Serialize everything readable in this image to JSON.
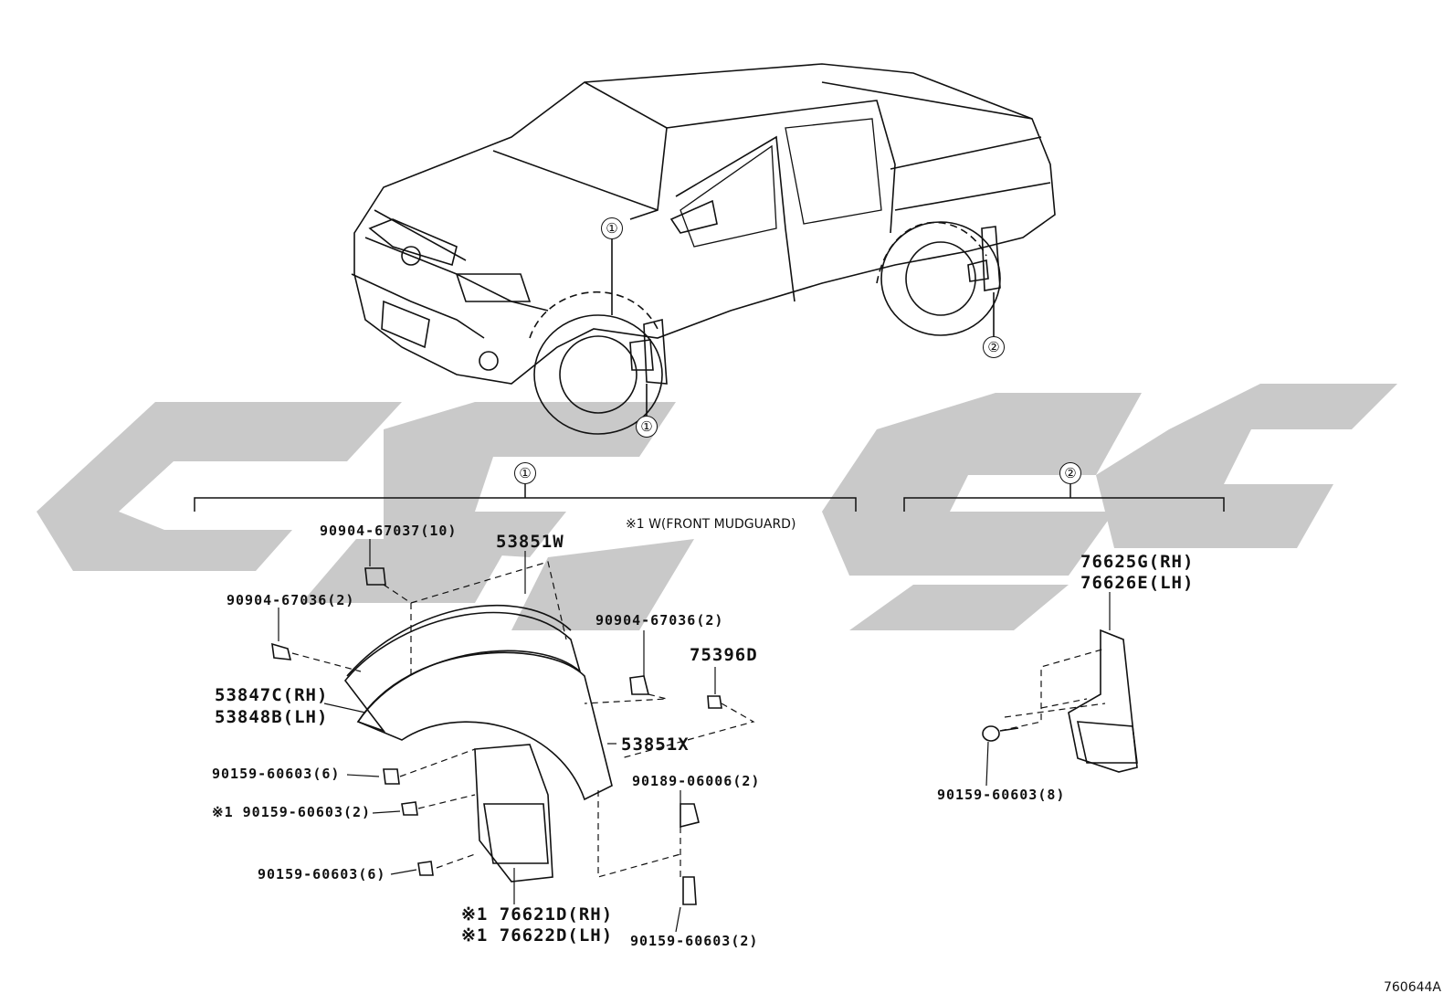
{
  "diagram_id": "760644A",
  "callouts": {
    "front_fender": "①",
    "front_mudguard": "①",
    "rear_mudguard": "②",
    "group1": "①",
    "group2": "②"
  },
  "group1_note": "※1 W(FRONT MUDGUARD)",
  "parts": {
    "p_53851W": "53851W",
    "p_90904_67037": "90904-67037(10)",
    "p_90904_67036_left": "90904-67036(2)",
    "p_90904_67036_right": "90904-67036(2)",
    "p_75396D": "75396D",
    "p_53847C": "53847C(RH)",
    "p_53848B": "53848B(LH)",
    "p_53851X": "53851X",
    "p_90159_60603_a": "90159-60603(6)",
    "p_90159_60603_b": "※1 90159-60603(2)",
    "p_90159_60603_c": "90159-60603(6)",
    "p_90189_06006": "90189-06006(2)",
    "p_76621D": "※1 76621D(RH)",
    "p_76622D": "※1 76622D(LH)",
    "p_90159_60603_d": "90159-60603(2)",
    "p_76625G": "76625G(RH)",
    "p_76626E": "76626E(LH)",
    "p_90159_60603_e": "90159-60603(8)"
  }
}
